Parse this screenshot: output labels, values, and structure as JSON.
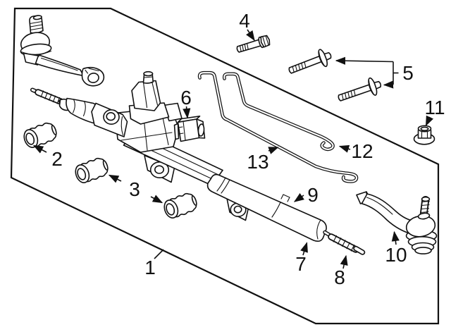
{
  "colors": {
    "background": "#ffffff",
    "line": "#111111"
  },
  "callouts": [
    {
      "label": "1"
    },
    {
      "label": "2"
    },
    {
      "label": "3"
    },
    {
      "label": "4"
    },
    {
      "label": "5"
    },
    {
      "label": "6"
    },
    {
      "label": "7"
    },
    {
      "label": "8"
    },
    {
      "label": "9"
    },
    {
      "label": "10"
    },
    {
      "label": "11"
    },
    {
      "label": "12"
    },
    {
      "label": "13"
    }
  ]
}
